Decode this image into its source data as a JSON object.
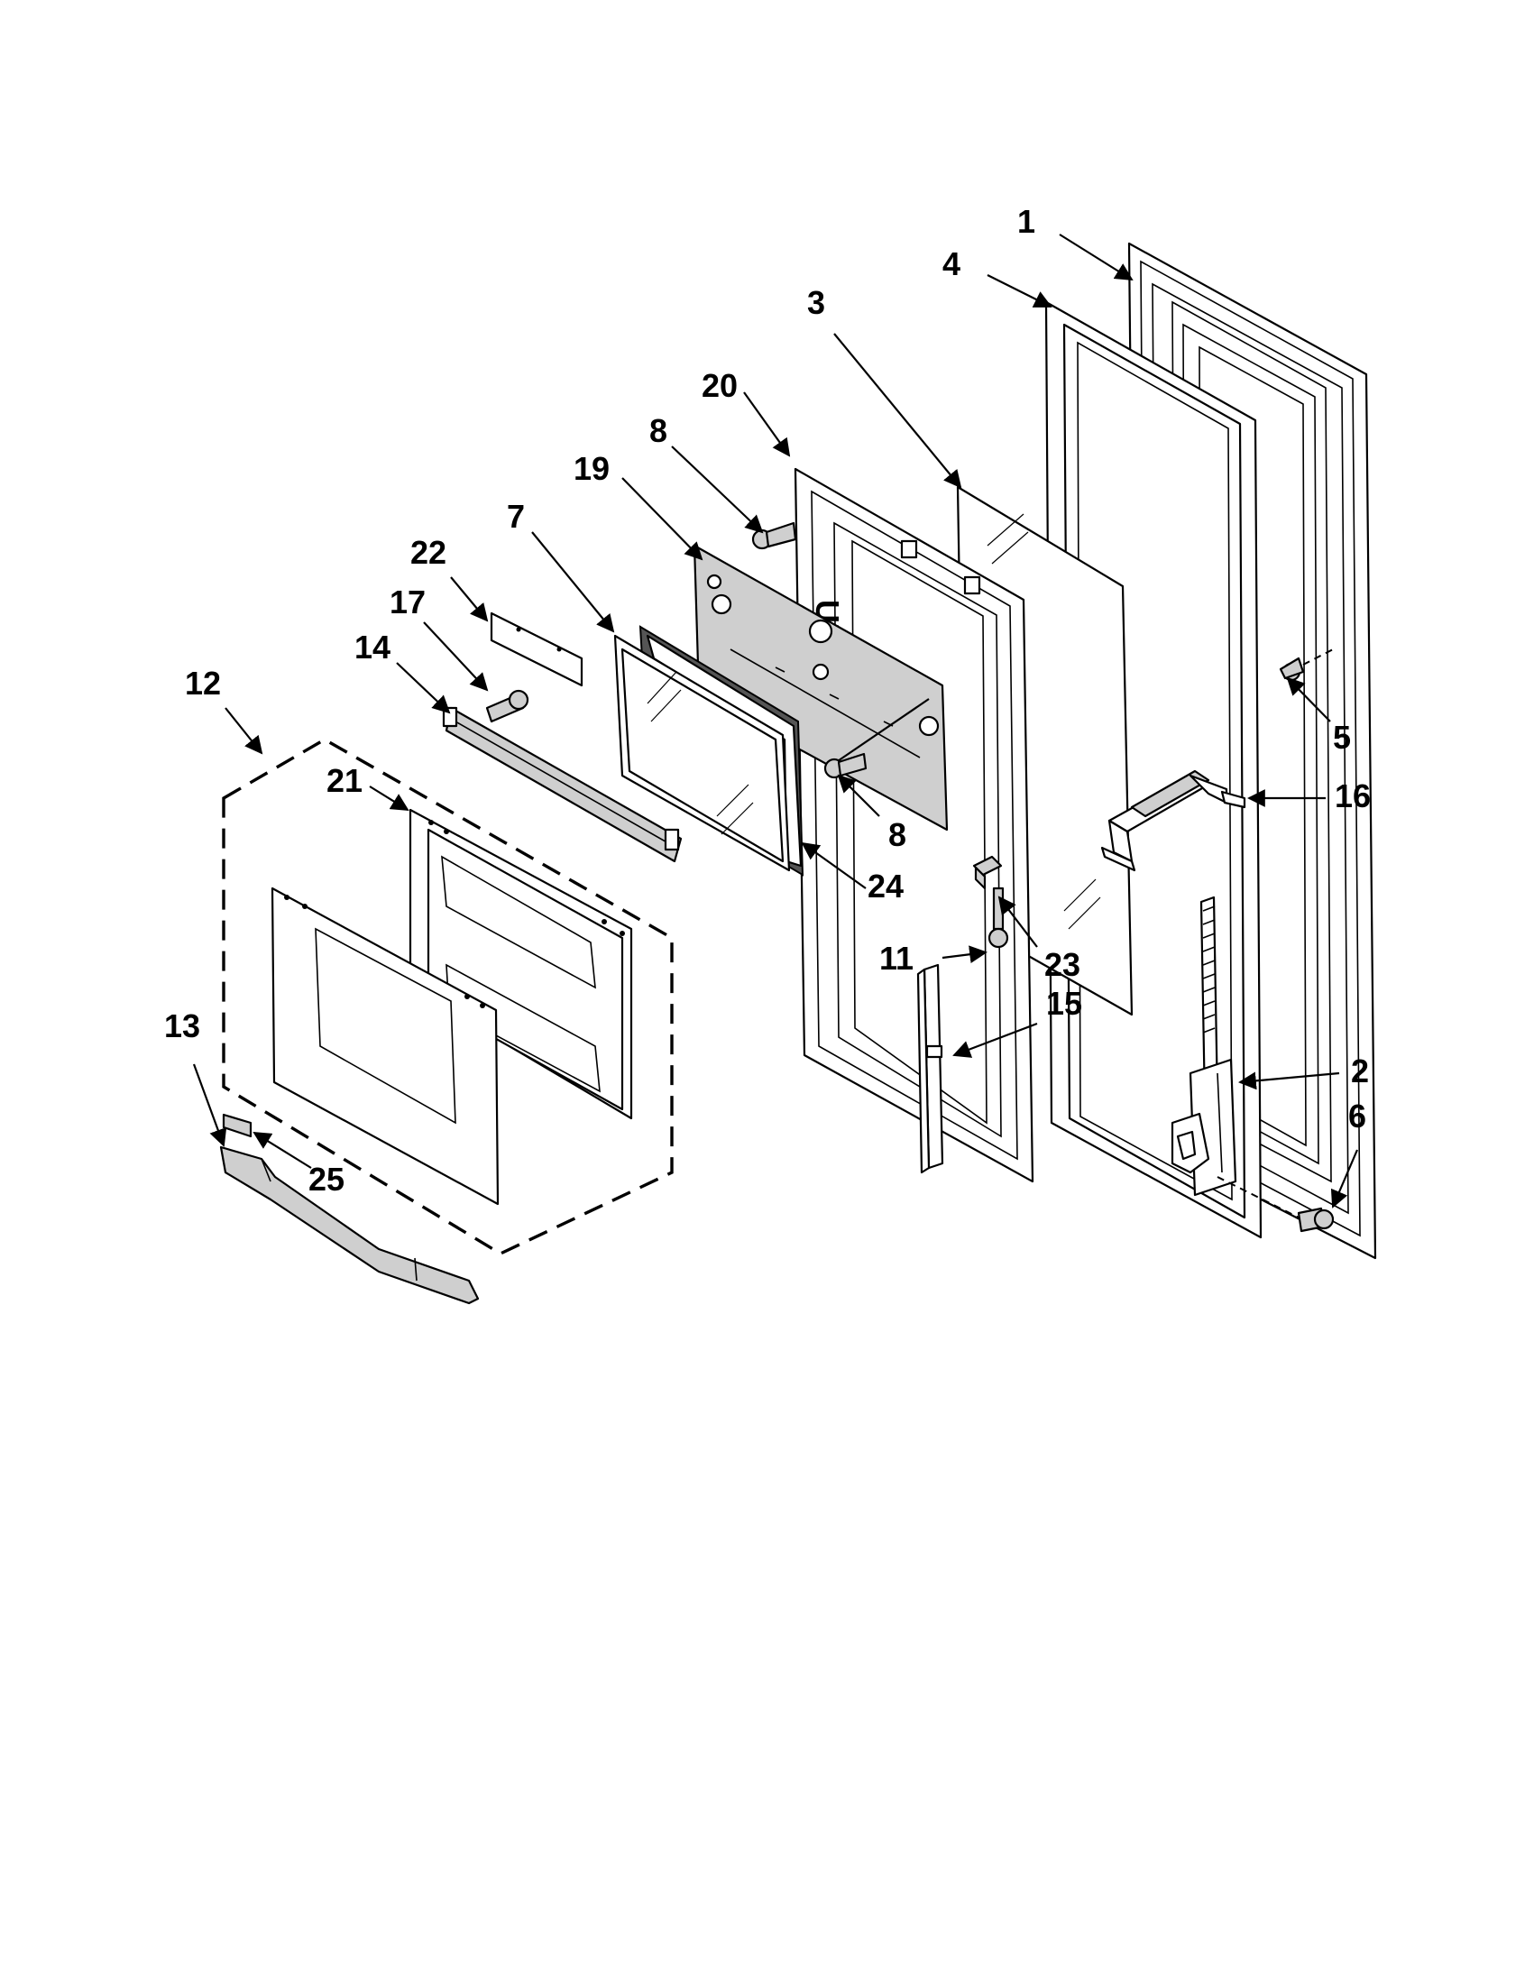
{
  "callouts": [
    {
      "id": "c1",
      "label": "1"
    },
    {
      "id": "c2",
      "label": "2"
    },
    {
      "id": "c3",
      "label": "3"
    },
    {
      "id": "c4",
      "label": "4"
    },
    {
      "id": "c5",
      "label": "5"
    },
    {
      "id": "c6",
      "label": "6"
    },
    {
      "id": "c7",
      "label": "7"
    },
    {
      "id": "c8a",
      "label": "8"
    },
    {
      "id": "c8b",
      "label": "8"
    },
    {
      "id": "c11",
      "label": "11"
    },
    {
      "id": "c12",
      "label": "12"
    },
    {
      "id": "c13",
      "label": "13"
    },
    {
      "id": "c14",
      "label": "14"
    },
    {
      "id": "c15",
      "label": "15"
    },
    {
      "id": "c16",
      "label": "16"
    },
    {
      "id": "c17",
      "label": "17"
    },
    {
      "id": "c19",
      "label": "19"
    },
    {
      "id": "c20",
      "label": "20"
    },
    {
      "id": "c21",
      "label": "21"
    },
    {
      "id": "c22",
      "label": "22"
    },
    {
      "id": "c23",
      "label": "23"
    },
    {
      "id": "c24",
      "label": "24"
    },
    {
      "id": "c25",
      "label": "25"
    }
  ],
  "stamps": {
    "liner_up_mark": "UP"
  },
  "colors": {
    "line": "#000000",
    "background": "#ffffff",
    "fill_gray": "#cfcfcf"
  }
}
